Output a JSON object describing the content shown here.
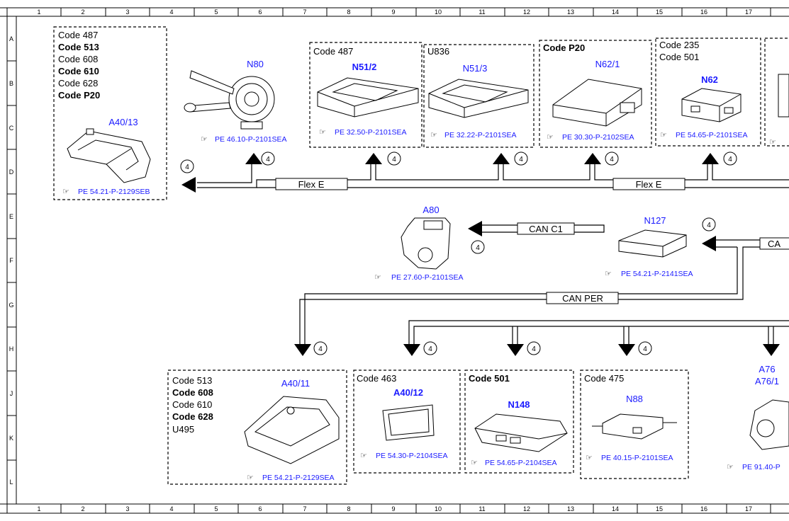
{
  "grid": {
    "columns": [
      "1",
      "2",
      "3",
      "4",
      "5",
      "6",
      "7",
      "8",
      "9",
      "10",
      "11",
      "12",
      "13",
      "14",
      "15",
      "16",
      "17"
    ],
    "rows": [
      "A",
      "B",
      "C",
      "D",
      "E",
      "F",
      "G",
      "H",
      "J",
      "K",
      "L"
    ]
  },
  "buses": {
    "flex_e_left": "Flex E",
    "flex_e_right": "Flex E",
    "can_c1": "CAN C1",
    "can_per": "CAN PER",
    "can_right": "CA"
  },
  "circle_label": "4",
  "boxes": {
    "a40_13": {
      "codes": [
        "Code 487",
        "Code 513",
        "Code 608",
        "Code 610",
        "Code 628",
        "Code P20"
      ],
      "component": "A40/13",
      "ref": "PE 54.21-P-2129SEB"
    },
    "n80": {
      "component": "N80",
      "ref": "PE 46.10-P-2101SEA"
    },
    "n51_2": {
      "codes": [
        "Code 487"
      ],
      "component": "N51/2",
      "ref": "PE 32.50-P-2101SEA"
    },
    "n51_3": {
      "codes": [
        "U836"
      ],
      "component": "N51/3",
      "ref": "PE 32.22-P-2101SEA"
    },
    "n62_1": {
      "codes": [
        "Code P20"
      ],
      "component": "N62/1",
      "ref": "PE 30.30-P-2102SEA"
    },
    "n62": {
      "codes": [
        "Code 235",
        "Code 501"
      ],
      "component": "N62",
      "ref": "PE 54.65-P-2101SEA"
    },
    "a80": {
      "component": "A80",
      "ref": "PE 27.60-P-2101SEA"
    },
    "n127": {
      "component": "N127",
      "ref": "PE 54.21-P-2141SEA"
    },
    "a40_11": {
      "codes": [
        "Code 513",
        "Code 608",
        "Code 610",
        "Code 628",
        "U495"
      ],
      "component": "A40/11",
      "ref": "PE 54.21-P-2129SEA"
    },
    "a40_12": {
      "codes": [
        "Code 463"
      ],
      "component": "A40/12",
      "ref": "PE 54.30-P-2104SEA"
    },
    "n148": {
      "codes": [
        "Code 501"
      ],
      "component": "N148",
      "ref": "PE 54.65-P-2104SEA"
    },
    "n88": {
      "codes": [
        "Code 475"
      ],
      "component": "N88",
      "ref": "PE 40.15-P-2101SEA"
    },
    "a76": {
      "components": [
        "A76",
        "A76/1"
      ],
      "ref": "PE 91.40-P"
    }
  },
  "colors": {
    "component_text": "#1a1aff",
    "line": "#000000"
  }
}
